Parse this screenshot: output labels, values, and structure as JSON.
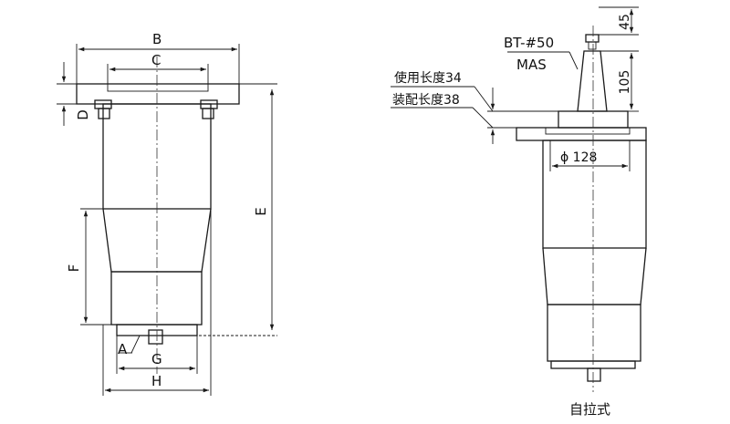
{
  "left_view": {
    "labels": {
      "B": "B",
      "C": "C",
      "D": "D",
      "E": "E",
      "F": "F",
      "A": "A",
      "G": "G",
      "H": "H"
    }
  },
  "right_view": {
    "dim_45": "45",
    "dim_105": "105",
    "spindle_label": "BT-#50",
    "mas_label": "MAS",
    "use_length": "使用长度34",
    "assembly_length": "装配长度38",
    "diameter": "ϕ 128",
    "caption": "自拉式"
  }
}
